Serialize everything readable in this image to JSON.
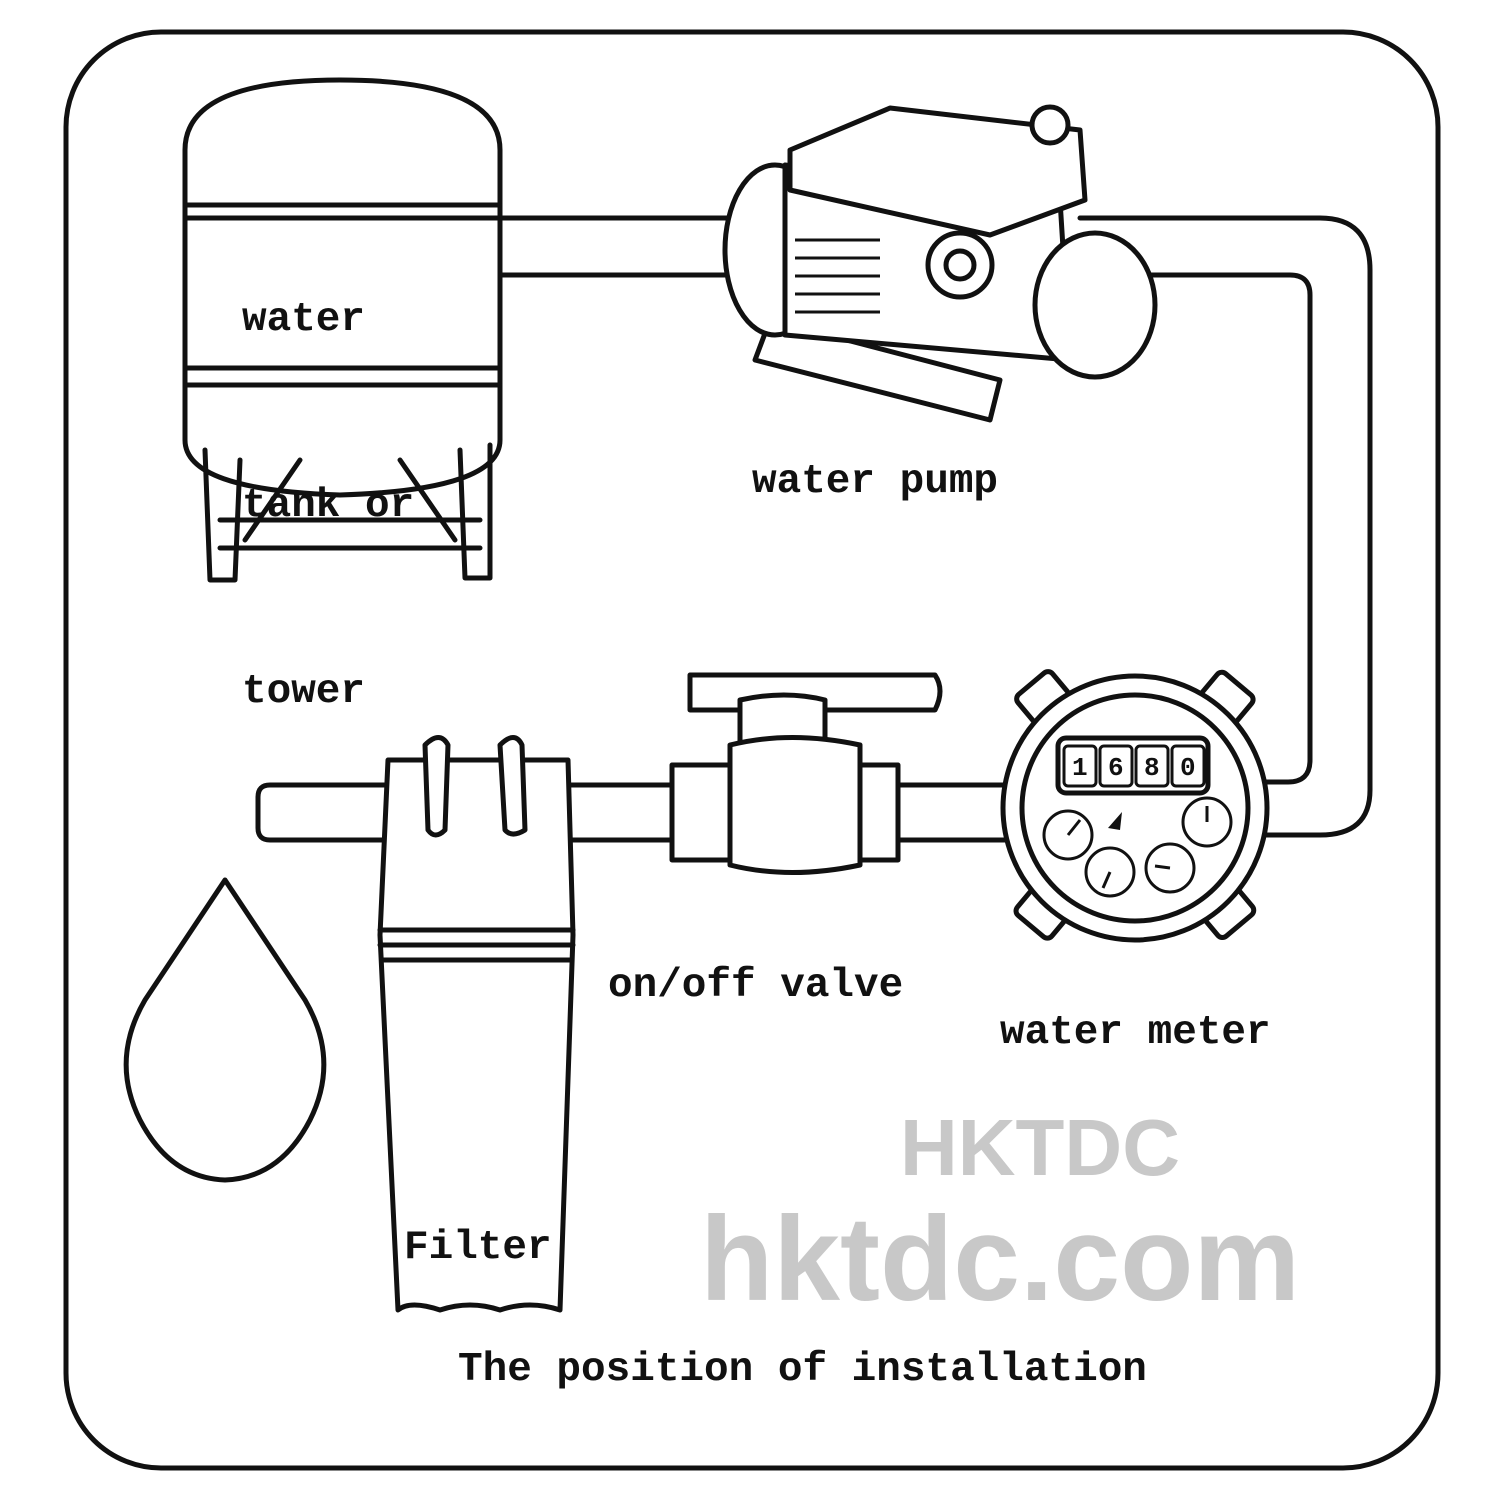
{
  "labels": {
    "tank": [
      "water",
      "tank or",
      "tower"
    ],
    "pump": "water pump",
    "valve": "on/off valve",
    "meter": "water meter",
    "filter": "Filter",
    "caption": "The position of installation"
  },
  "meter_reading": [
    "1",
    "6",
    "8",
    "0"
  ],
  "watermark": {
    "top": "HKTDC",
    "bottom": "hktdc.com"
  }
}
